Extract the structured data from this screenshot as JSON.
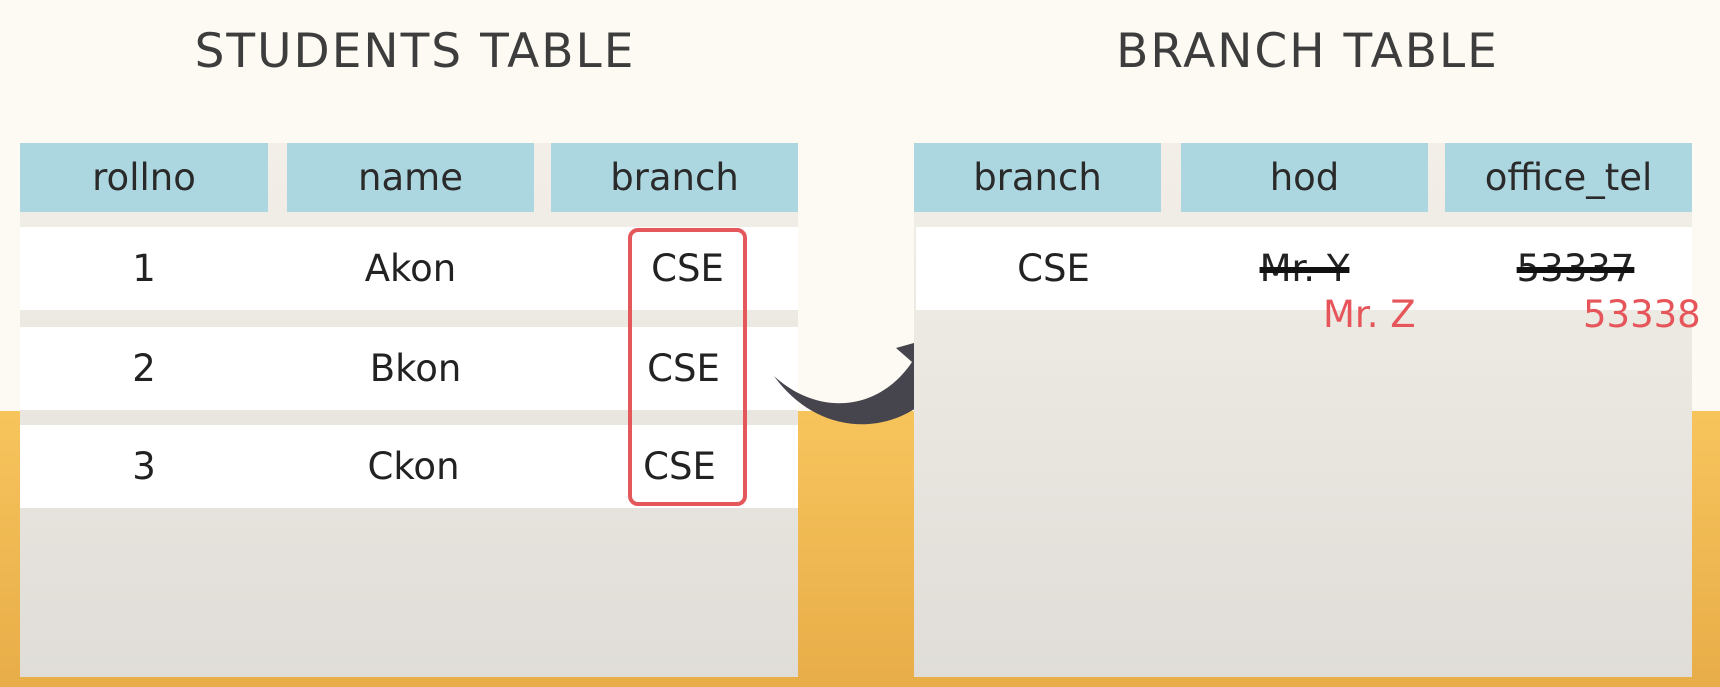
{
  "students": {
    "title": "STUDENTS TABLE",
    "columns": [
      "rollno",
      "name",
      "branch"
    ],
    "rows": [
      [
        "1",
        "Akon",
        "CSE"
      ],
      [
        "2",
        "Bkon",
        "CSE"
      ],
      [
        "3",
        "Ckon",
        "CSE"
      ]
    ]
  },
  "branch": {
    "title": "BRANCH TABLE",
    "columns": [
      "branch",
      "hod",
      "office_tel"
    ],
    "rows": [
      {
        "branch": "CSE",
        "hod_old": "Mr. Y",
        "hod_new": "Mr. Z",
        "tel_old": "53337",
        "tel_new": "53338"
      }
    ]
  },
  "colors": {
    "header": "#acd7e1",
    "highlight": "#e4585b",
    "new_value": "#e6555a",
    "arrow": "#46444d",
    "band": "#f7c45c"
  },
  "icons": [
    "curved-arrow-icon"
  ]
}
